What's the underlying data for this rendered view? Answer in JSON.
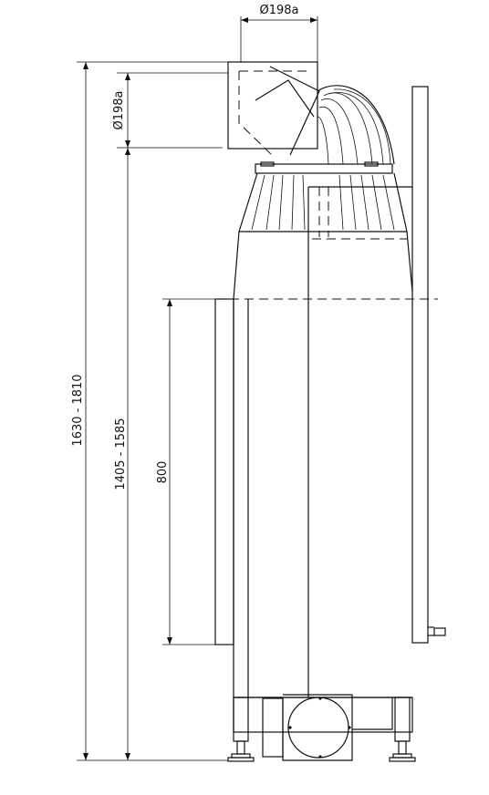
{
  "dimensions": {
    "flue_top_diameter": "Ø198a",
    "flue_side_diameter": "Ø198a",
    "total_height": "1630 - 1810",
    "connection_height": "1405 - 1585",
    "door_height": "800"
  }
}
